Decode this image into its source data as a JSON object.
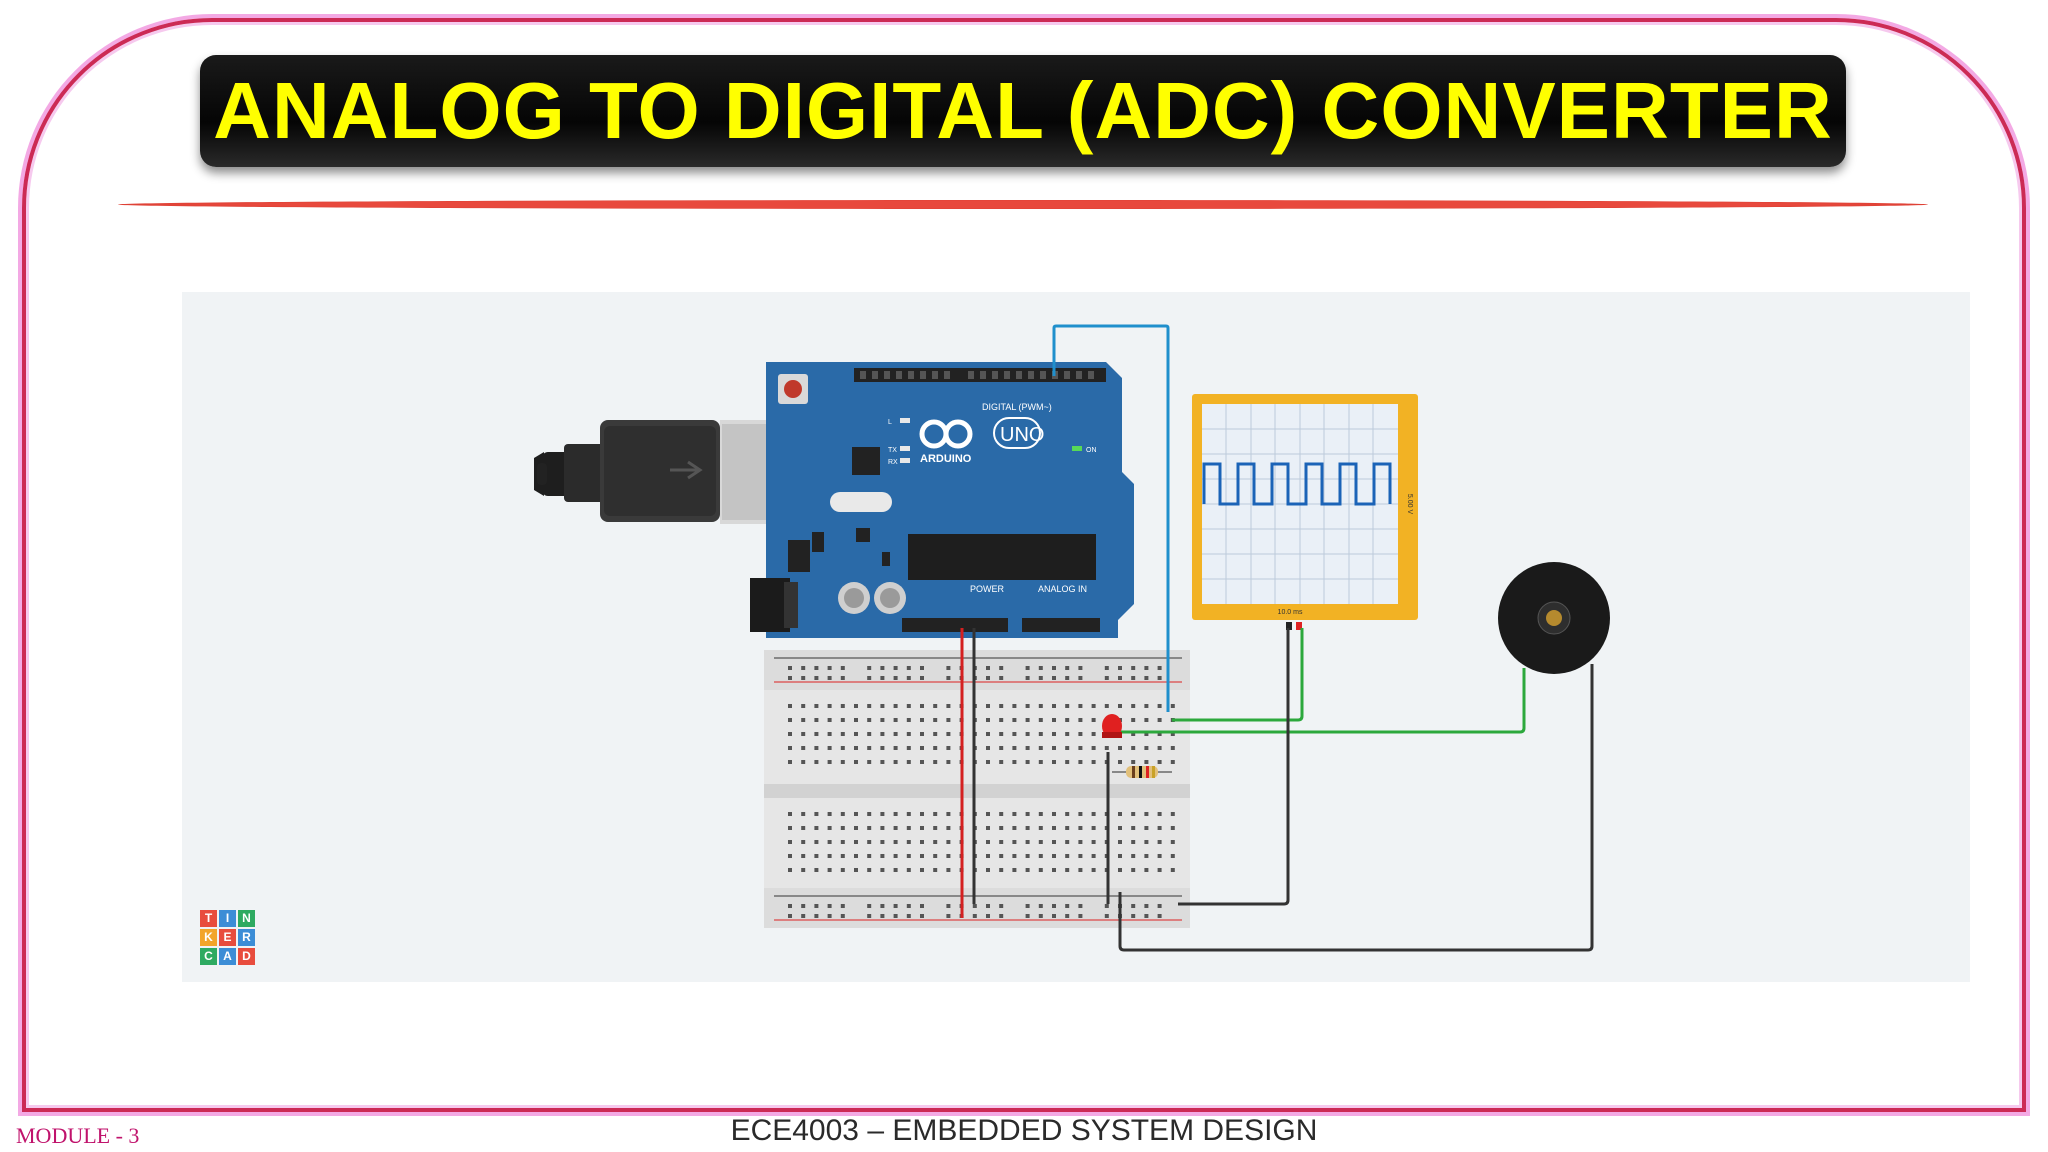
{
  "slide": {
    "title": "ANALOG TO DIGITAL (ADC) CONVERTER",
    "module_label": "MODULE - 3",
    "footer_title": "ECE4003 – EMBEDDED SYSTEM DESIGN"
  },
  "circuit": {
    "arduino": {
      "logo_text": "ARDUINO",
      "model_text": "UNO",
      "digital_header_label": "DIGITAL (PWM~)",
      "power_label": "POWER",
      "analog_label": "ANALOG IN",
      "on_label": "ON",
      "tx_label": "TX",
      "rx_label": "RX",
      "l_label": "L"
    },
    "oscilloscope": {
      "scale_label": "10.0 ms",
      "side_label": "5.00 V"
    },
    "tinkercad_logo": [
      "T",
      "I",
      "N",
      "K",
      "E",
      "R",
      "C",
      "A",
      "D"
    ],
    "colors": {
      "arduino_board": "#2a6aa8",
      "scope_frame": "#f2b224",
      "wire_green": "#2ca83c",
      "wire_blue": "#1f8fcc",
      "wire_red": "#d42020",
      "wire_black": "#333333",
      "led": "#e02020"
    }
  }
}
